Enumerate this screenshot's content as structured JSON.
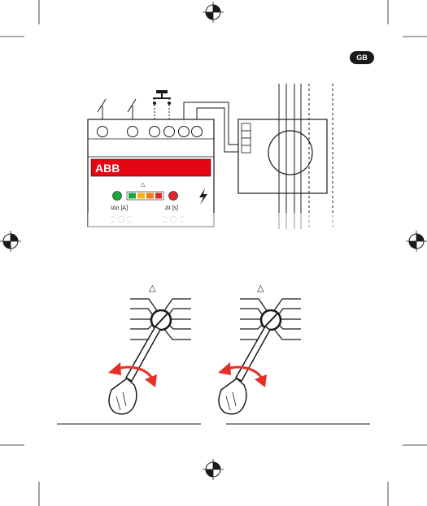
{
  "page": {
    "language_badge": "GB",
    "colors": {
      "ink": "#1a1a1a",
      "abb_red": "#e30613",
      "led_green": "#1fa83a",
      "led_yellow": "#f3b41a",
      "led_orange": "#ee7d1a",
      "led_red": "#e3262c",
      "arrow_red": "#e63027"
    }
  },
  "device": {
    "brand": "ABB",
    "warning_symbol": "△",
    "label_idn": "IΔn [A]",
    "label_dt": "Δt [s]",
    "lightning_icon": "lightning-icon"
  },
  "figures": {
    "left_dial_symbol": "△",
    "right_dial_symbol": "△"
  },
  "icons": [
    "registration-mark-icon",
    "screwdriver-icon",
    "rotate-arrow-icon",
    "push-button-icon",
    "current-transformer-icon"
  ]
}
